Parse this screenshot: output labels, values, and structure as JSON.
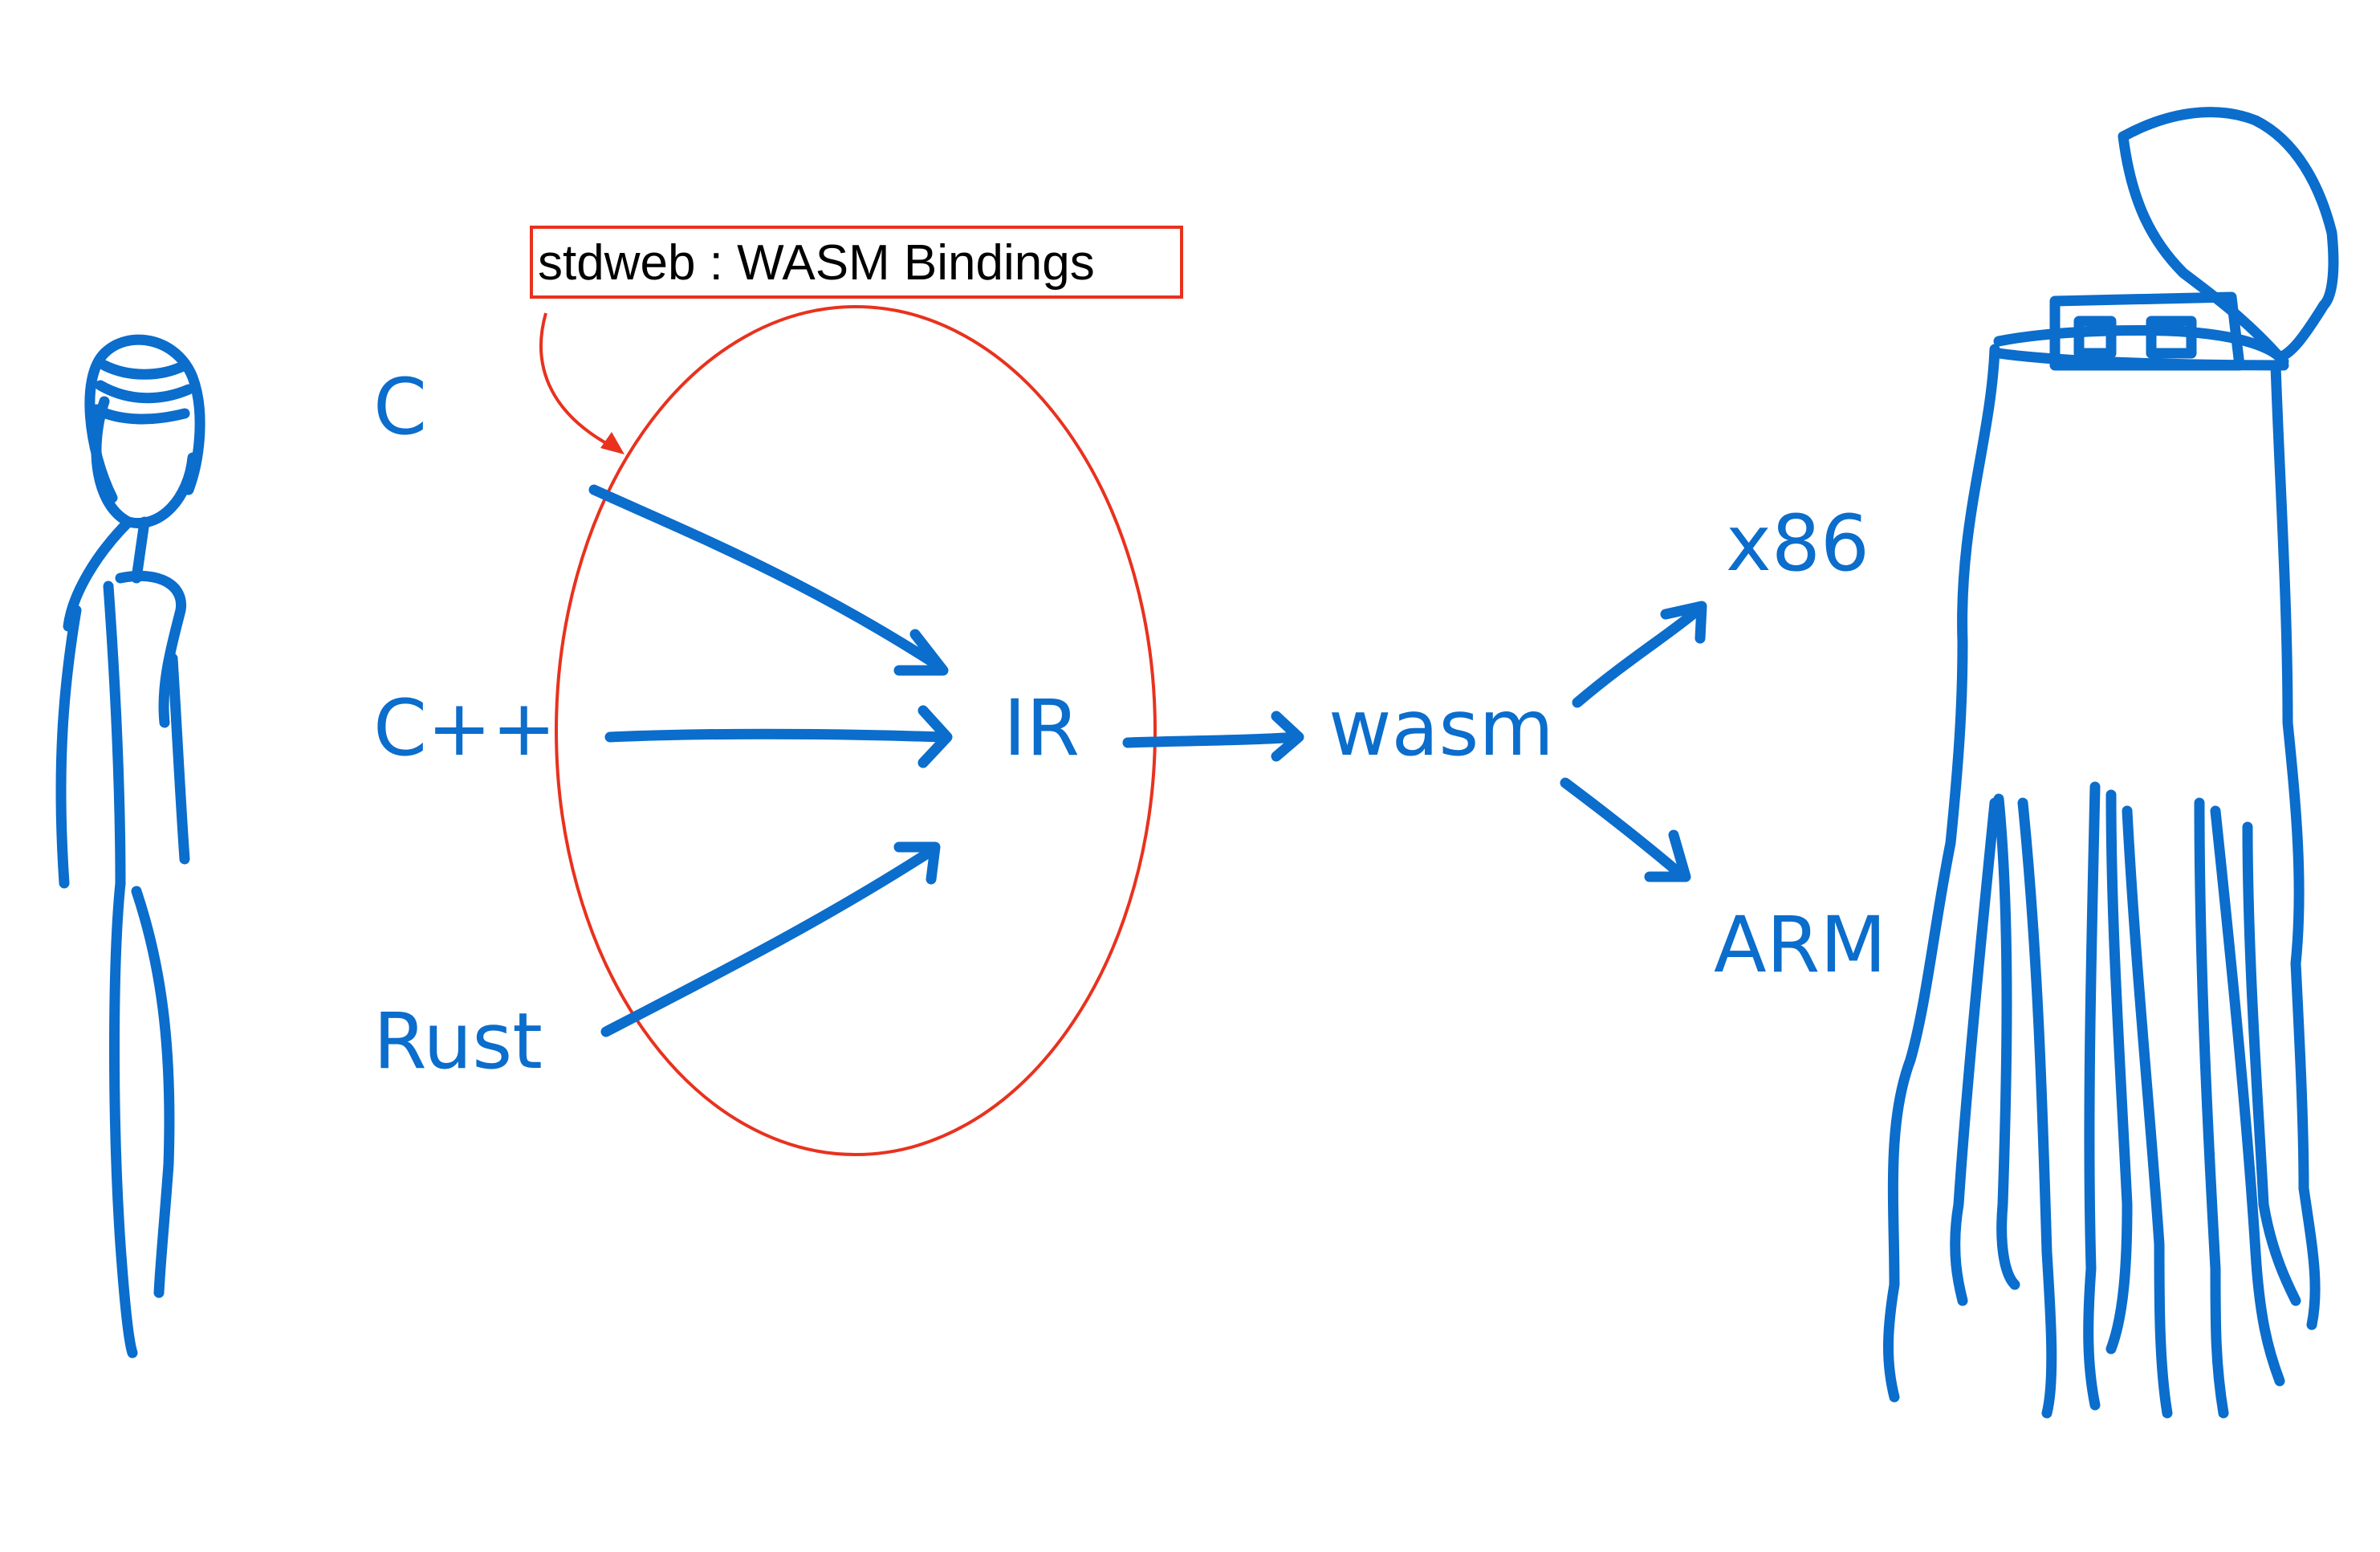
{
  "colors": {
    "ink": "#0b6dcc",
    "highlight": "#e8321e",
    "background": "#ffffff"
  },
  "annotation": {
    "label": "stdweb : WASM Bindings"
  },
  "sources": {
    "c": "C",
    "cpp": "C++",
    "rust": "Rust"
  },
  "middle": {
    "ir": "IR",
    "wasm": "wasm"
  },
  "targets": {
    "x86": "x86",
    "arm": "ARM"
  },
  "figures": {
    "left": "person-icon",
    "right": "octopus-machine-icon"
  }
}
